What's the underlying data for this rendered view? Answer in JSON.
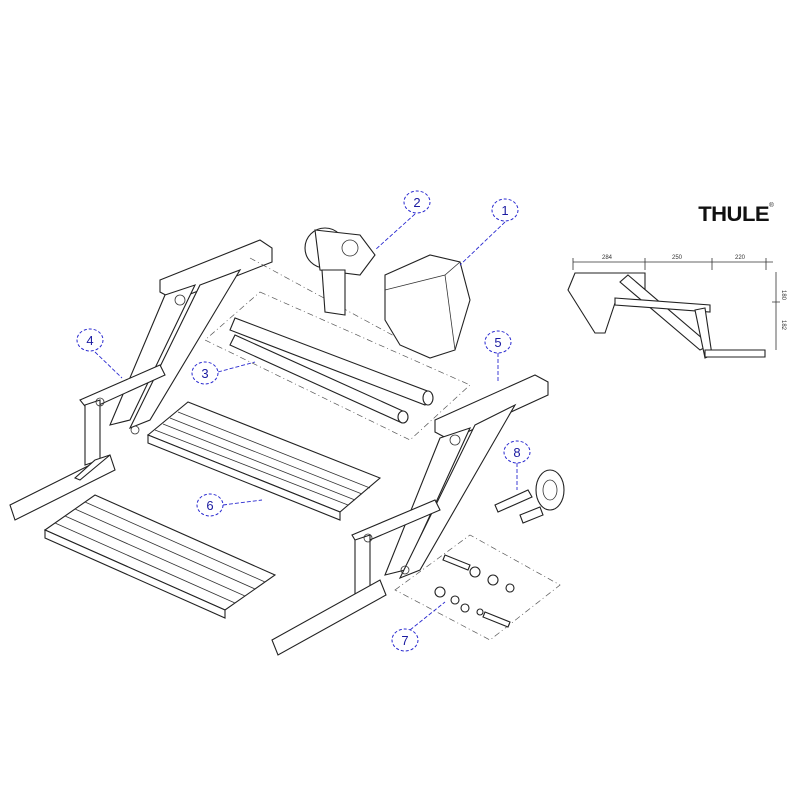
{
  "logo": {
    "text": "THULE",
    "mark": "®"
  },
  "callouts": [
    "1",
    "2",
    "3",
    "4",
    "5",
    "6",
    "7",
    "8"
  ],
  "dimensions": {
    "widths": [
      "284",
      "250",
      "220"
    ],
    "heights": [
      "180",
      "182"
    ]
  },
  "colors": {
    "callout": "#2a2ad0",
    "line": "#222222"
  }
}
